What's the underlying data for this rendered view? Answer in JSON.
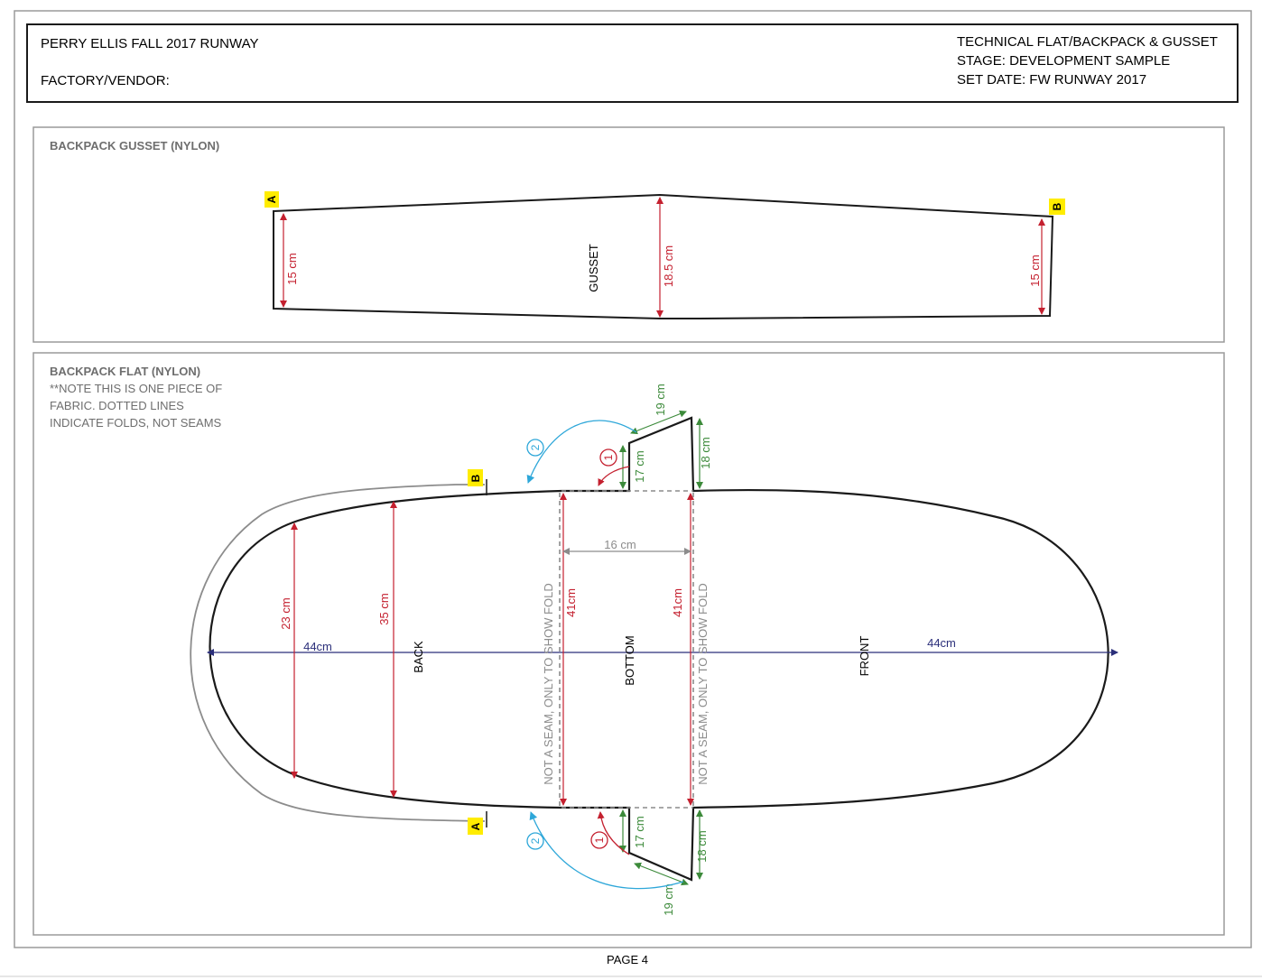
{
  "header": {
    "title": "PERRY ELLIS FALL 2017 RUNWAY",
    "factory_label": "FACTORY/VENDOR:",
    "doc_type": "TECHNICAL FLAT/BACKPACK & GUSSET",
    "stage": "STAGE: DEVELOPMENT SAMPLE",
    "set_date": "SET DATE: FW RUNWAY 2017"
  },
  "gusset_panel": {
    "title": "BACKPACK GUSSET (NYLON)",
    "piece_label": "GUSSET",
    "marker_a": "A",
    "marker_b": "B",
    "left_height": "15 cm",
    "center_height": "18.5 cm",
    "right_height": "15 cm"
  },
  "flat_panel": {
    "title": "BACKPACK FLAT (NYLON)",
    "note_lines": [
      "**NOTE THIS IS ONE PIECE OF",
      "FABRIC.  DOTTED LINES",
      "INDICATE FOLDS, NOT SEAMS"
    ],
    "marker_a": "A",
    "marker_b": "B",
    "section_back": "BACK",
    "section_bottom": "BOTTOM",
    "section_front": "FRONT",
    "fold_note_left": "NOT A SEAM, ONLY TO SHOW FOLD",
    "fold_note_right": "NOT A SEAM, ONLY TO SHOW FOLD",
    "dims": {
      "back_width": "44cm",
      "front_width": "44cm",
      "back_inner_height": "23 cm",
      "back_height": "35 cm",
      "bottom_left_height": "41cm",
      "bottom_right_height": "41cm",
      "bottom_width": "16 cm",
      "top_flap_inner": "17 cm",
      "top_flap_outer": "18 cm",
      "top_flap_slant": "19 cm",
      "bottom_flap_inner": "17 cm",
      "bottom_flap_outer": "18 cm",
      "bottom_flap_slant": "19 cm"
    },
    "steps": {
      "step1": "1",
      "step2": "2"
    }
  },
  "footer": {
    "page": "PAGE 4"
  },
  "colors": {
    "outline": "#1a1a1a",
    "measure_red": "#c4202f",
    "measure_green": "#3c8a3a",
    "measure_blue": "#2b2f7a",
    "step_cyan": "#2ea7d9",
    "fold_grey": "#8c8c8c",
    "marker_yellow": "#ffec00",
    "panel_border": "#9a9a9a"
  }
}
